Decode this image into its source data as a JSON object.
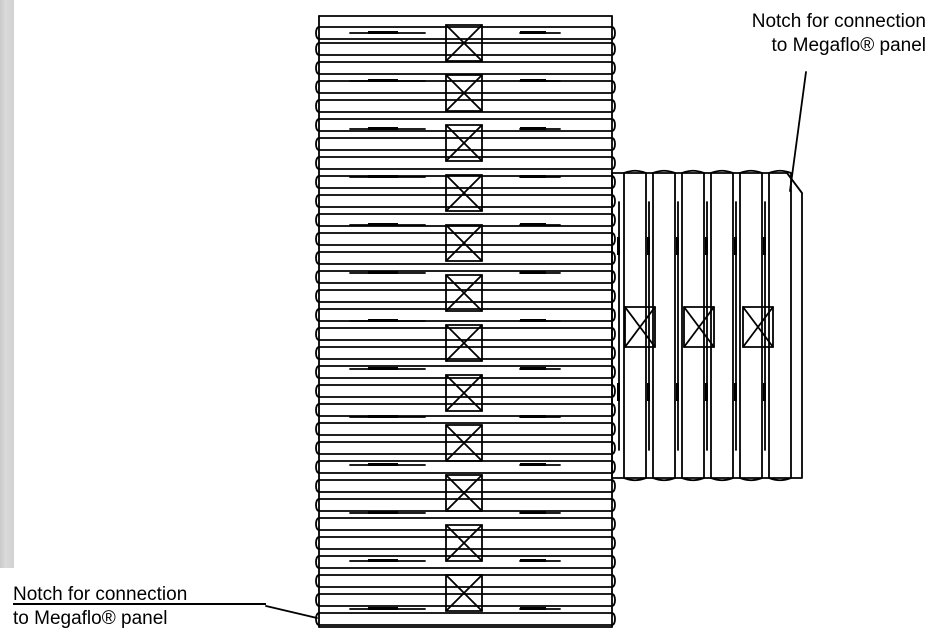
{
  "callouts": {
    "top": {
      "line1": "Notch for connection",
      "line2": "to Megaflo® panel"
    },
    "bottom": {
      "line1": "Notch for connection",
      "line2": "to Megaflo® panel"
    }
  }
}
